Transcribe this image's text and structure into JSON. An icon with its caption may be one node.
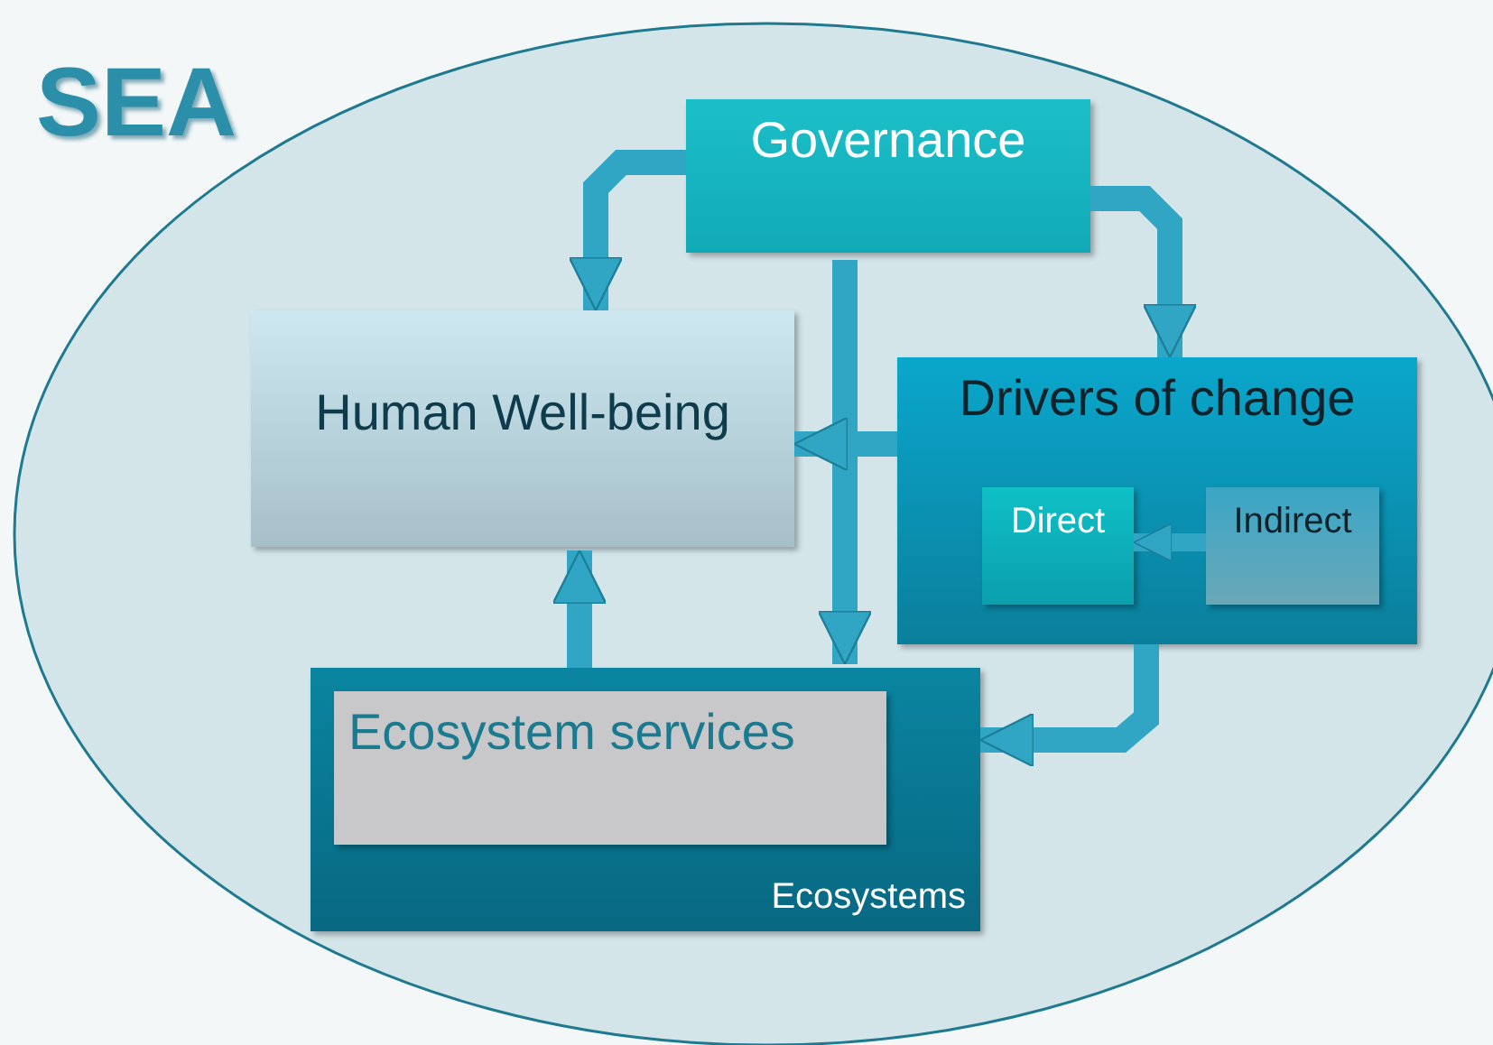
{
  "diagram": {
    "nodes": [
      {
        "text": [
          "SEA"
        ]
      },
      {
        "text": [
          "Governance"
        ],
        "in": 0
      },
      {
        "text": [
          "Human Well-being"
        ],
        "in": 0
      },
      {
        "text": [
          "Drivers of change"
        ],
        "in": 0
      },
      {
        "text": [
          "Direct"
        ],
        "in": 3
      },
      {
        "text": [
          "Indirect"
        ],
        "in": 3
      },
      {
        "text": [
          "Ecosystems"
        ],
        "in": 0
      },
      {
        "text": [
          "Ecosystem services"
        ],
        "in": 6
      }
    ],
    "edges": [
      {
        "from": 1,
        "to": 2,
        "arrow": "to"
      },
      {
        "from": 1,
        "to": 3,
        "arrow": "to"
      },
      {
        "from": 1,
        "to": 6,
        "arrow": "to"
      },
      {
        "from": 3,
        "to": 2,
        "arrow": "to"
      },
      {
        "from": 5,
        "to": 4,
        "arrow": "to"
      },
      {
        "from": 6,
        "to": 2,
        "arrow": "to"
      },
      {
        "from": 3,
        "to": 6,
        "arrow": "to"
      }
    ]
  }
}
